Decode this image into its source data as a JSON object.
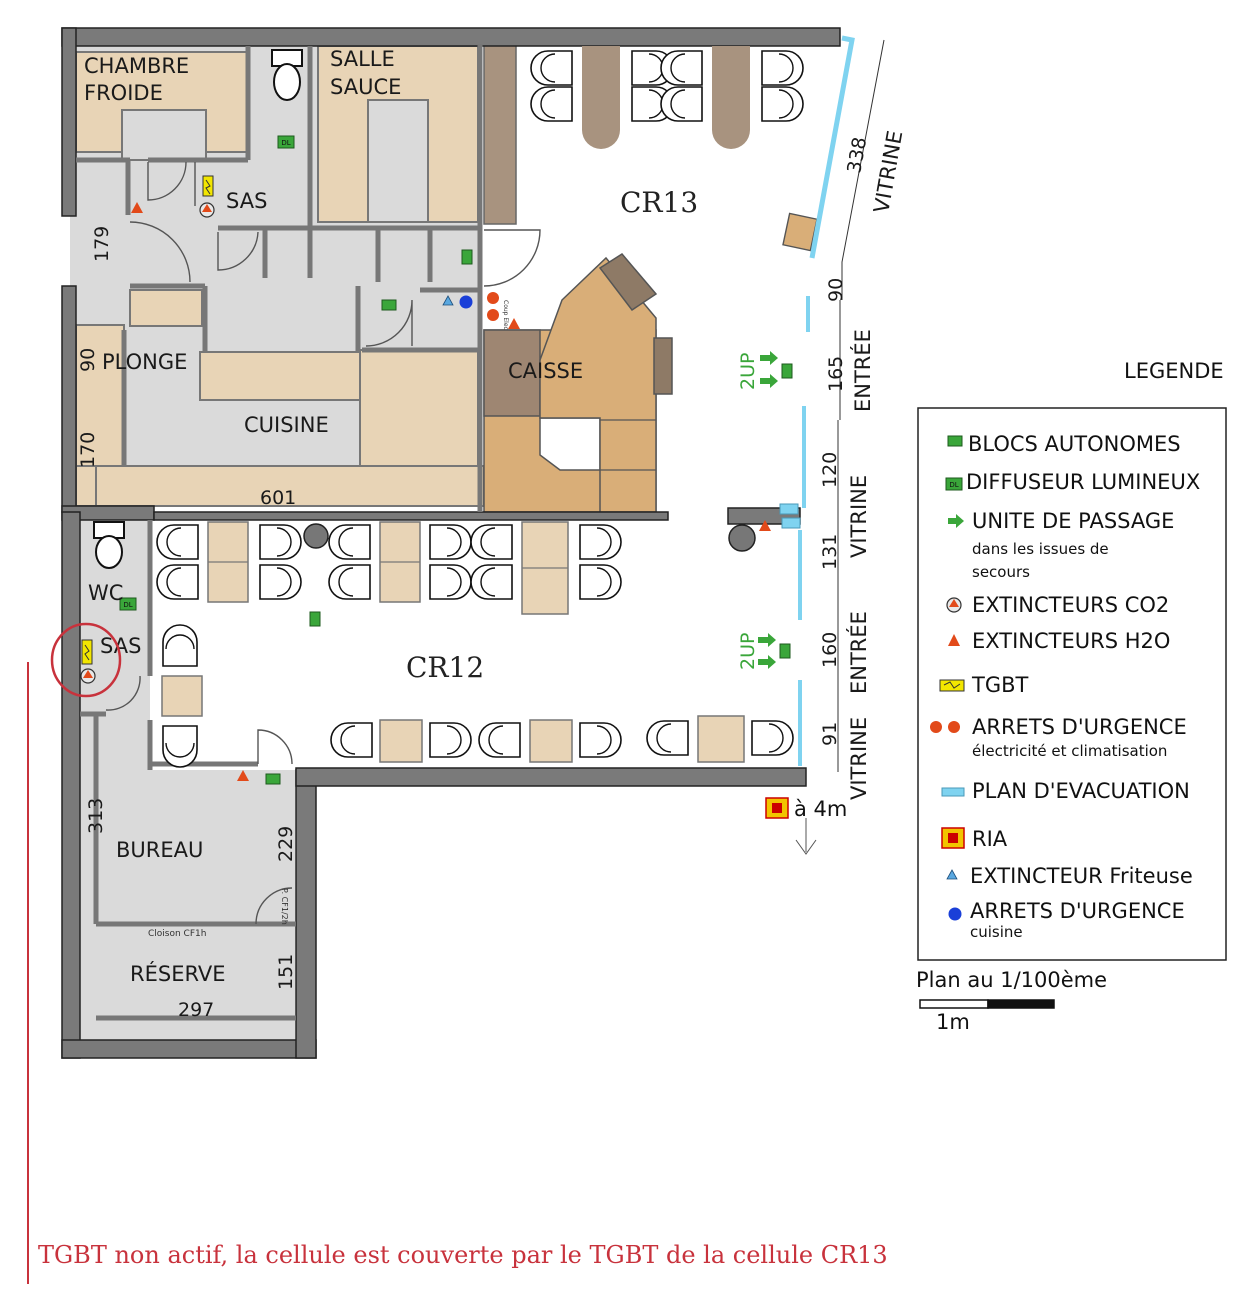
{
  "rooms": {
    "chambre_froide_1": "CHAMBRE",
    "chambre_froide_2": "FROIDE",
    "salle_sauce_1": "SALLE",
    "salle_sauce_2": "SAUCE",
    "sas_top": "SAS",
    "plonge": "PLONGE",
    "cuisine": "CUISINE",
    "caisse": "CAISSE",
    "cr13": "CR13",
    "cr12": "CR12",
    "wc": "WC",
    "sas_bottom": "SAS",
    "bureau": "BUREAU",
    "reserve": "RÉSERVE",
    "cloison": "Cloison CF1h",
    "porte_cf": "P. CF1/2h",
    "coup_elec": "Coup Elec"
  },
  "dimensions": {
    "d179": "179",
    "d90_left": "90",
    "d170": "170",
    "d601": "601",
    "d313": "313",
    "d229": "229",
    "d151": "151",
    "d297": "297",
    "d338": "338",
    "d90_right": "90",
    "d165": "165",
    "d120": "120",
    "d131": "131",
    "d160": "160",
    "d91": "91"
  },
  "facade": {
    "vitrine_1": "VITRINE",
    "entree_1": "ENTRÉE",
    "vitrine_2": "VITRINE",
    "entree_2": "ENTRÉE",
    "vitrine_3": "VITRINE",
    "up_1": "2UP",
    "up_2": "2UP",
    "ria_distance": "à 4m"
  },
  "equipment_markers": {
    "dl": "DL"
  },
  "legend": {
    "title": "LEGENDE",
    "items": [
      {
        "label": "BLOCS AUTONOMES"
      },
      {
        "label": "DIFFUSEUR LUMINEUX",
        "icon_text": "DL"
      },
      {
        "label": "UNITE DE PASSAGE",
        "sub1": "dans les issues de",
        "sub2": "secours"
      },
      {
        "label": "EXTINCTEURS CO2"
      },
      {
        "label": "EXTINCTEURS H2O"
      },
      {
        "label": "TGBT"
      },
      {
        "label": "ARRETS D'URGENCE",
        "sub1": "électricité et climatisation"
      },
      {
        "label": "PLAN D'EVACUATION"
      },
      {
        "label": "RIA"
      },
      {
        "label": "EXTINCTEUR  Friteuse"
      },
      {
        "label": "ARRETS D'URGENCE",
        "sub1": "cuisine"
      }
    ]
  },
  "scale": {
    "label": "Plan au 1/100ème",
    "unit": "1m"
  },
  "annotation": {
    "note": "TGBT non actif, la cellule est couverte par le TGBT de la cellule CR13"
  },
  "colors": {
    "wall": "#7a7a7a",
    "floor_service": "#dadada",
    "wood": "#e8d4b6",
    "annotation": "#c8323c",
    "vitrine": "#7fd3f0",
    "bloc": "#3aa63a",
    "ria": "#f2c400"
  }
}
